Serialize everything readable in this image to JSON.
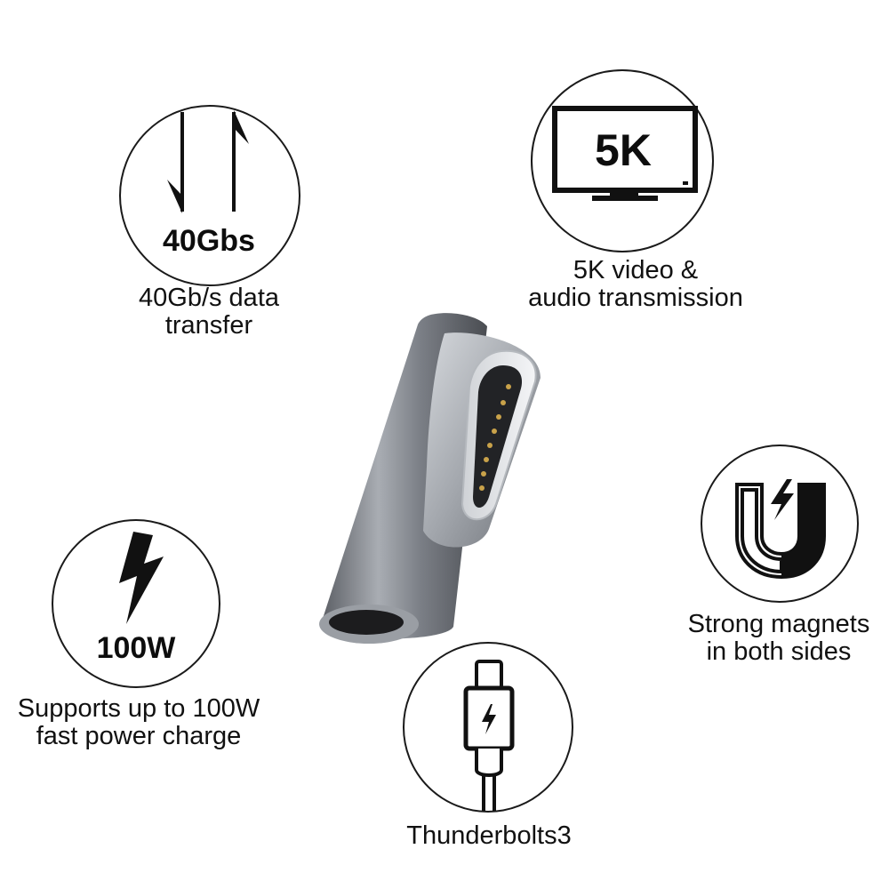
{
  "features": {
    "data_transfer": {
      "badge": "40Gbs",
      "caption_line1": "40Gb/s data",
      "caption_line2": "transfer",
      "icon": "transfer-arrows-icon"
    },
    "video": {
      "badge": "5K",
      "caption_line1": "5K video &",
      "caption_line2": "audio transmission",
      "icon": "monitor-icon"
    },
    "power": {
      "badge": "100W",
      "caption_line1": "Supports up to 100W",
      "caption_line2": "fast power charge",
      "icon": "lightning-bolt-icon"
    },
    "magnets": {
      "caption_line1": "Strong magnets",
      "caption_line2": "in both sides",
      "icon": "magnet-icon"
    },
    "thunderbolt": {
      "caption": "Thunderbolts3",
      "icon": "usb-c-cable-icon"
    }
  },
  "product": {
    "icon": "magnetic-usb-c-adapter-image"
  }
}
